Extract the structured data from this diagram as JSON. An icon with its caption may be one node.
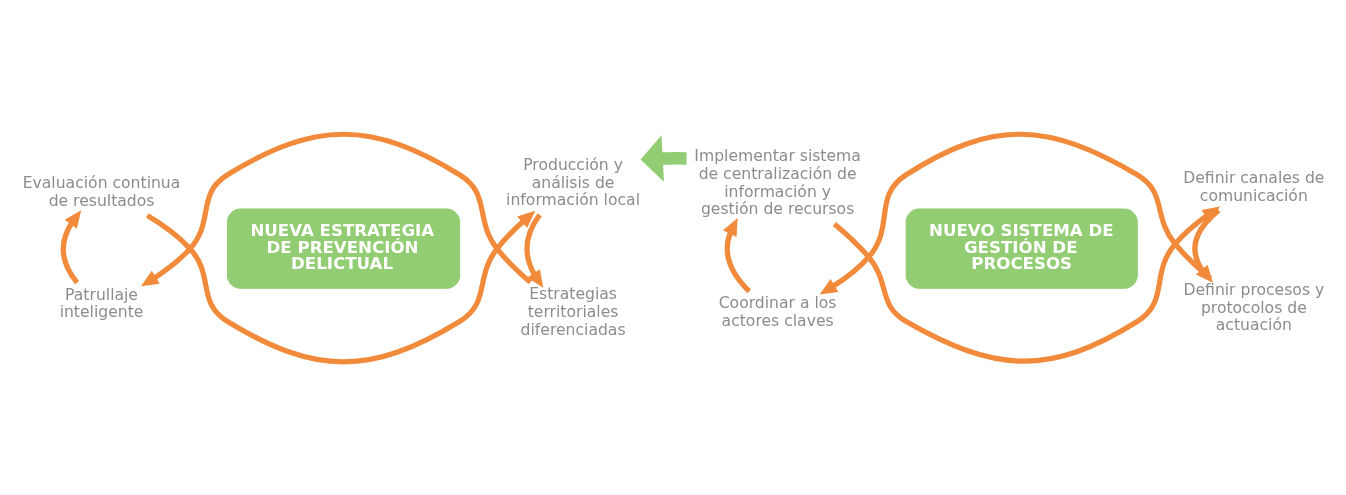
{
  "diagram": {
    "nodes": [
      {
        "text": [
          "NUEVA ESTRATEGIA DE PREVENCIÓN DELICTUAL"
        ]
      },
      {
        "text": [
          "Evaluación continua de resultados"
        ]
      },
      {
        "text": [
          "Producción y análisis de información local"
        ]
      },
      {
        "text": [
          "Estrategias territoriales diferenciadas"
        ]
      },
      {
        "text": [
          "Patrullaje inteligente"
        ]
      },
      {
        "text": [
          "NUEVO SISTEMA DE GESTIÓN DE PROCESOS"
        ]
      },
      {
        "text": [
          "Implementar sistema de centralización de información y gestión de recursos"
        ]
      },
      {
        "text": [
          "Definir canales de comunicación"
        ]
      },
      {
        "text": [
          "Definir procesos y protocolos de actuación"
        ]
      },
      {
        "text": [
          "Coordinar a los actores claves"
        ]
      }
    ],
    "edges": [
      {
        "from": 1,
        "to": 2,
        "arrow": "to"
      },
      {
        "from": 2,
        "to": 3,
        "arrow": "to"
      },
      {
        "from": 3,
        "to": 4,
        "arrow": "to"
      },
      {
        "from": 4,
        "to": 1,
        "arrow": "to"
      },
      {
        "from": 6,
        "to": 7,
        "arrow": "to"
      },
      {
        "from": 7,
        "to": 8,
        "arrow": "to"
      },
      {
        "from": 8,
        "to": 9,
        "arrow": "to"
      },
      {
        "from": 9,
        "to": 6,
        "arrow": "to"
      },
      {
        "from": 6,
        "to": 2,
        "arrow": "to",
        "style": "thick",
        "color": "#92cc73"
      }
    ]
  }
}
